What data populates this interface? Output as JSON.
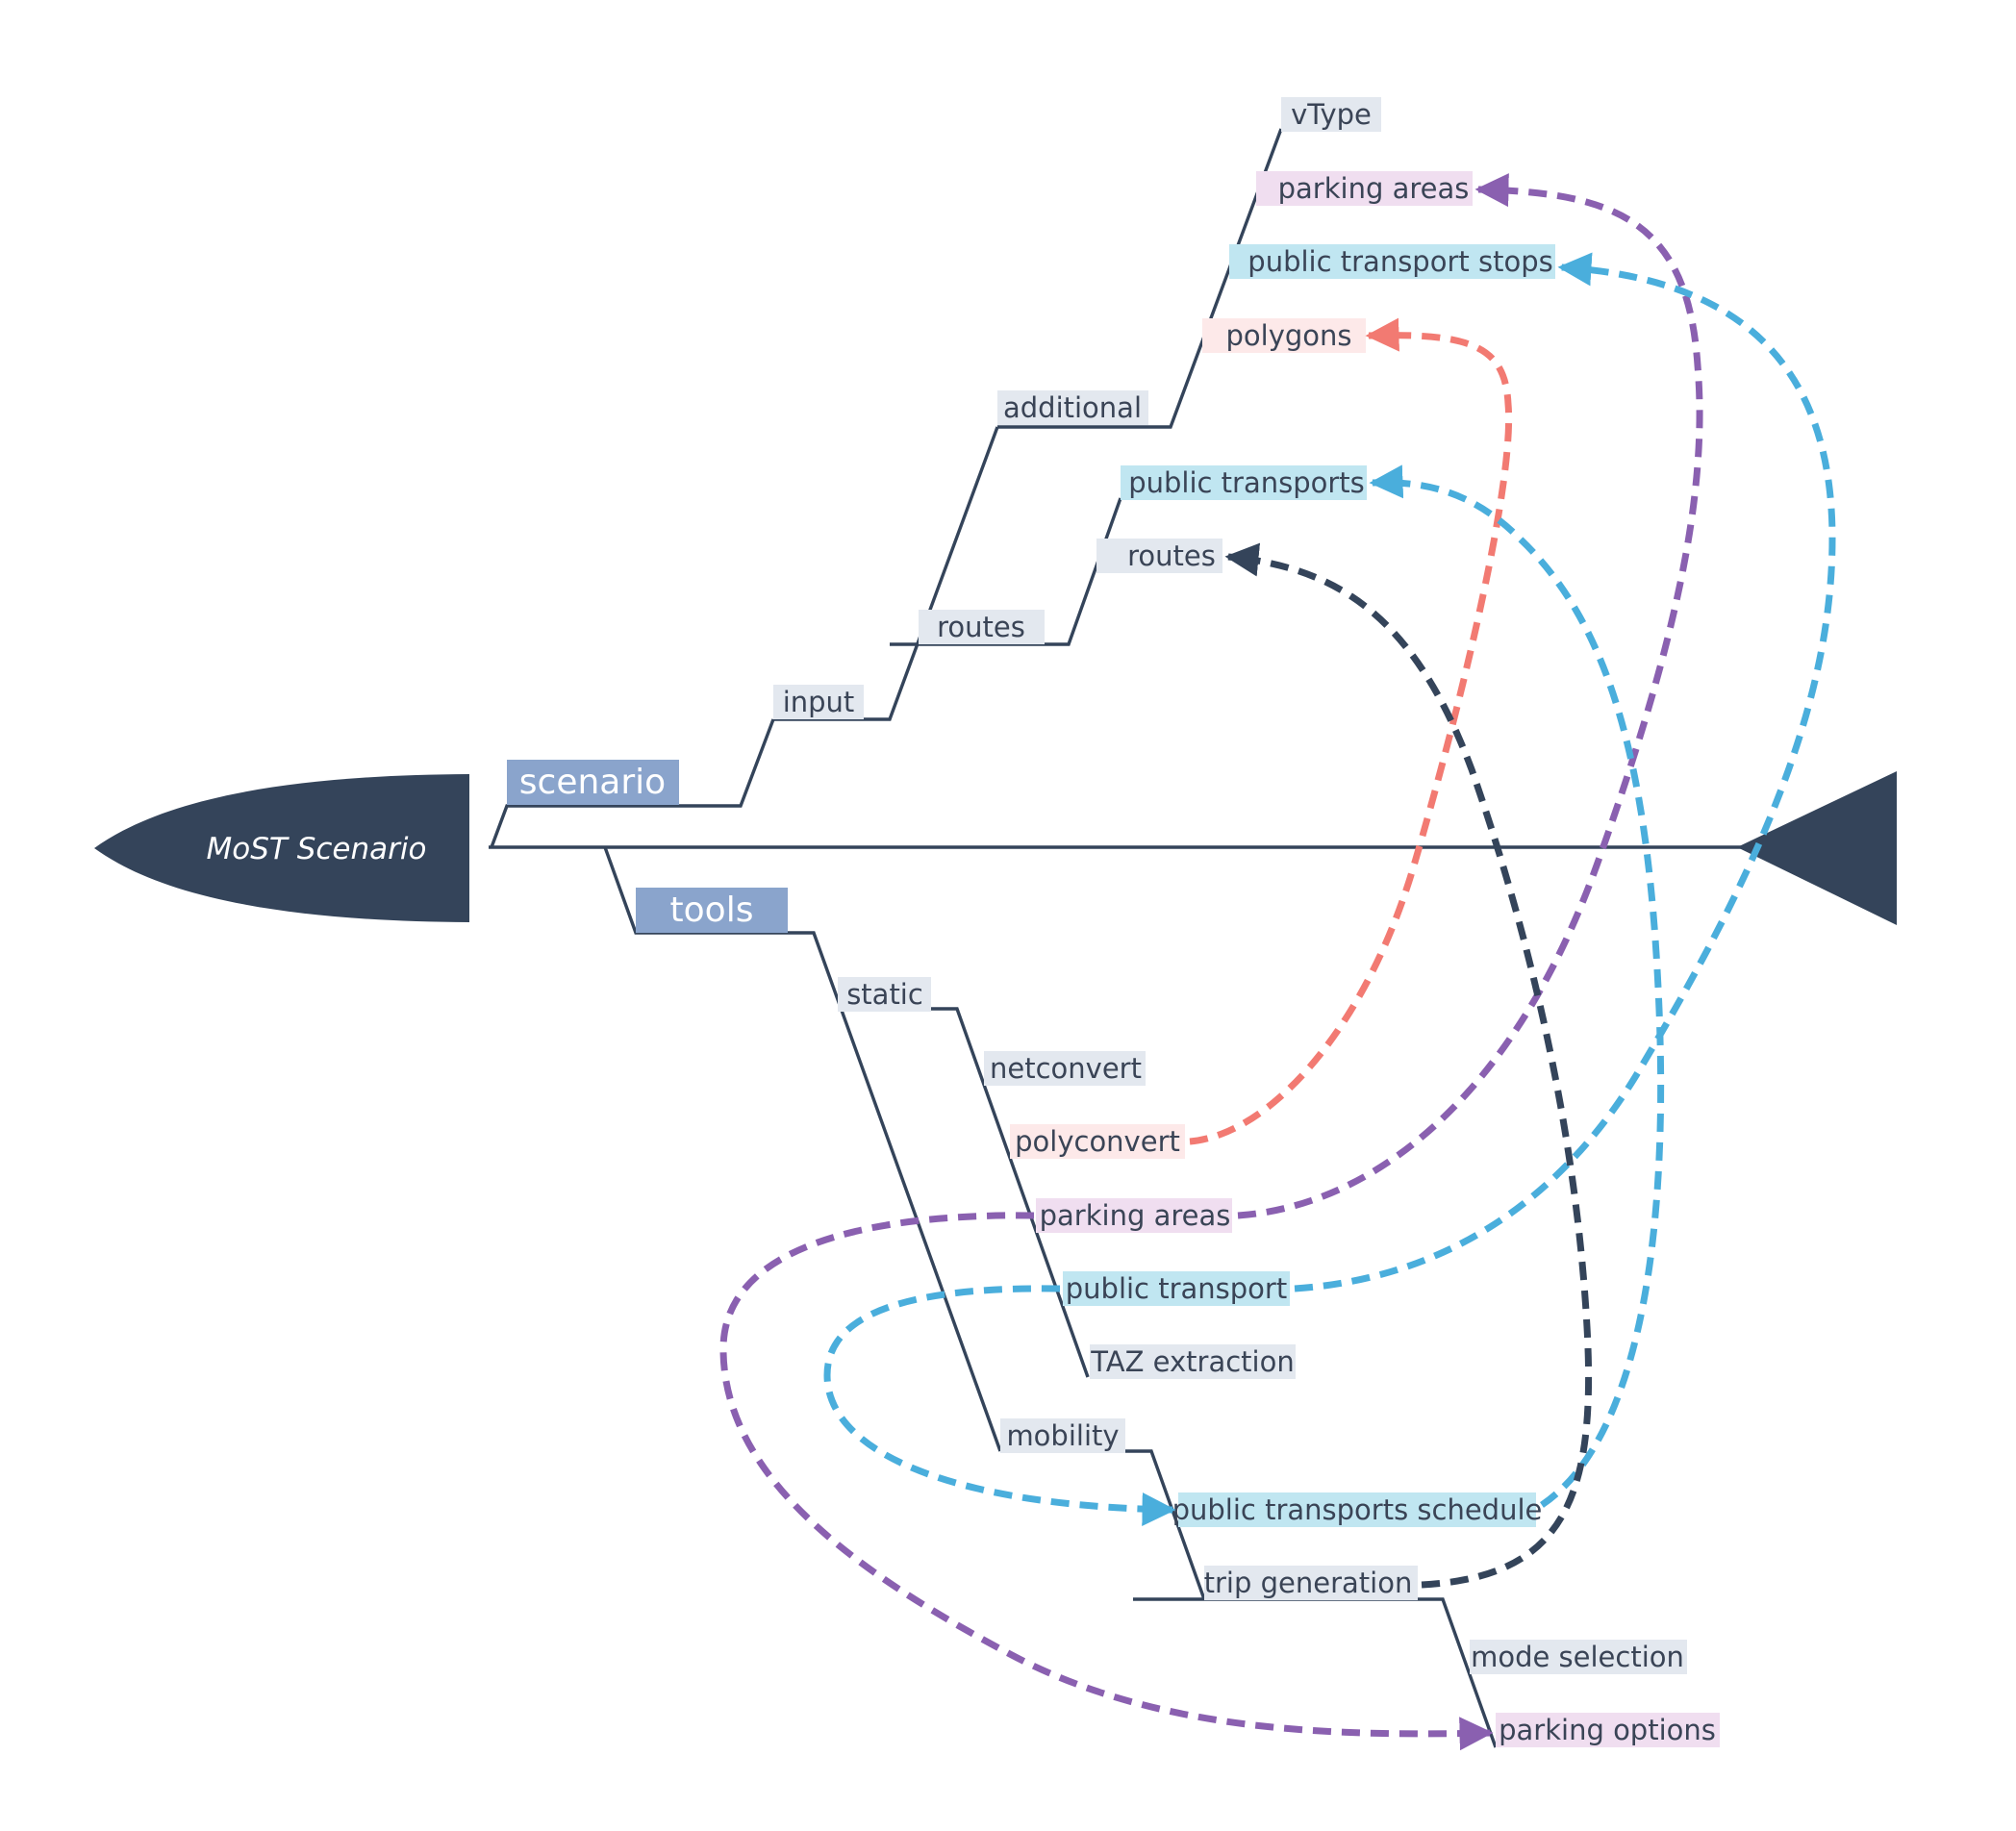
{
  "head": {
    "label": "MoST Scenario"
  },
  "branches": {
    "scenario": {
      "label": "scenario"
    },
    "tools": {
      "label": "tools"
    }
  },
  "nodes": {
    "input": {
      "label": "input"
    },
    "routes_group": {
      "label": "routes"
    },
    "additional": {
      "label": "additional"
    },
    "vtype": {
      "label": "vType"
    },
    "parking_areas_top": {
      "label": "parking areas"
    },
    "pt_stops": {
      "label": "public transport stops"
    },
    "polygons": {
      "label": "polygons"
    },
    "public_transports": {
      "label": "public transports"
    },
    "routes_leaf": {
      "label": "routes"
    },
    "static": {
      "label": "static"
    },
    "netconvert": {
      "label": "netconvert"
    },
    "polyconvert": {
      "label": "polyconvert"
    },
    "parking_areas_tool": {
      "label": "parking areas"
    },
    "public_transport": {
      "label": "public transport"
    },
    "taz_extraction": {
      "label": "TAZ extraction"
    },
    "mobility": {
      "label": "mobility"
    },
    "pt_schedule": {
      "label": "public transports schedule"
    },
    "trip_generation": {
      "label": "trip generation"
    },
    "mode_selection": {
      "label": "mode selection"
    },
    "parking_options": {
      "label": "parking options"
    }
  },
  "colors": {
    "dark": "#34445a",
    "branch": "#8aa4cc",
    "node_default": "#e3e8ef",
    "node_pink": "#fde9e9",
    "node_purple": "#f0def0",
    "node_cyan": "#c0e6f1",
    "link_red": "#f27a72",
    "link_purple": "#8a60b0",
    "link_cyan": "#4aaedc",
    "link_dark": "#34445a"
  }
}
